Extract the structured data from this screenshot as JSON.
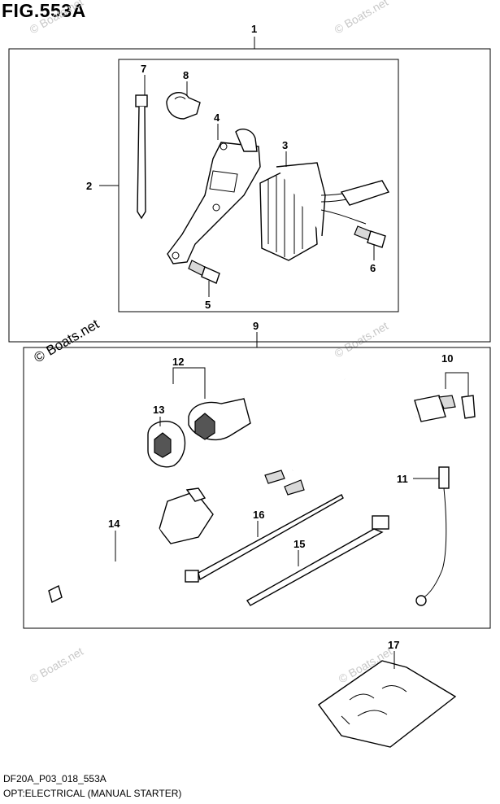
{
  "figure": {
    "title": "FIG.553A",
    "footer_code": "DF20A_P03_018_553A",
    "footer_caption": "OPT:ELECTRICAL (MANUAL STARTER)"
  },
  "watermarks": {
    "primary": "© Boats.net",
    "faint": "© Boats.net"
  },
  "callouts": {
    "p1": "1",
    "p2": "2",
    "p3": "3",
    "p4": "4",
    "p5": "5",
    "p6": "6",
    "p7": "7",
    "p8": "8",
    "p9": "9",
    "p10": "10",
    "p11": "11",
    "p12": "12",
    "p13": "13",
    "p14": "14",
    "p15": "15",
    "p16": "16",
    "p17": "17"
  }
}
